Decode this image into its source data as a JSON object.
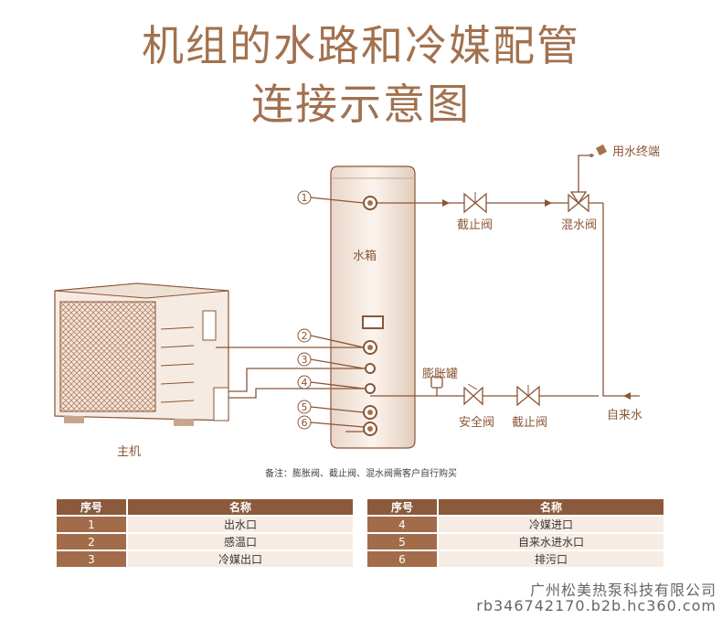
{
  "title": {
    "line1": "机组的水路和冷媒配管",
    "line2": "连接示意图"
  },
  "labels": {
    "tank": "水箱",
    "host": "主机",
    "expansion_tank": "膨胀罐",
    "safety_valve": "安全阀",
    "stop_valve_top": "截止阀",
    "mixing_valve": "混水阀",
    "terminal": "用水终端",
    "stop_valve_bottom": "截止阀",
    "tap_water": "自来水"
  },
  "ports": [
    "1",
    "2",
    "3",
    "4",
    "5",
    "6"
  ],
  "note": "备注：膨胀阀、截止阀、混水阀需客户自行购买",
  "table_left": {
    "headers": [
      "序号",
      "名称"
    ],
    "rows": [
      [
        "1",
        "出水口"
      ],
      [
        "2",
        "感温口"
      ],
      [
        "3",
        "冷媒出口"
      ]
    ]
  },
  "table_right": {
    "headers": [
      "序号",
      "名称"
    ],
    "rows": [
      [
        "4",
        "冷媒进口"
      ],
      [
        "5",
        "自来水进水口"
      ],
      [
        "6",
        "排污口"
      ]
    ]
  },
  "watermark": {
    "company": "广州松美热泵科技有限公司",
    "site": "rb346742170.b2b.hc360.com"
  },
  "colors": {
    "accent": "#a2714e",
    "line": "#8a5535",
    "header": "#8b5a3c",
    "cell": "#f7ece4"
  }
}
